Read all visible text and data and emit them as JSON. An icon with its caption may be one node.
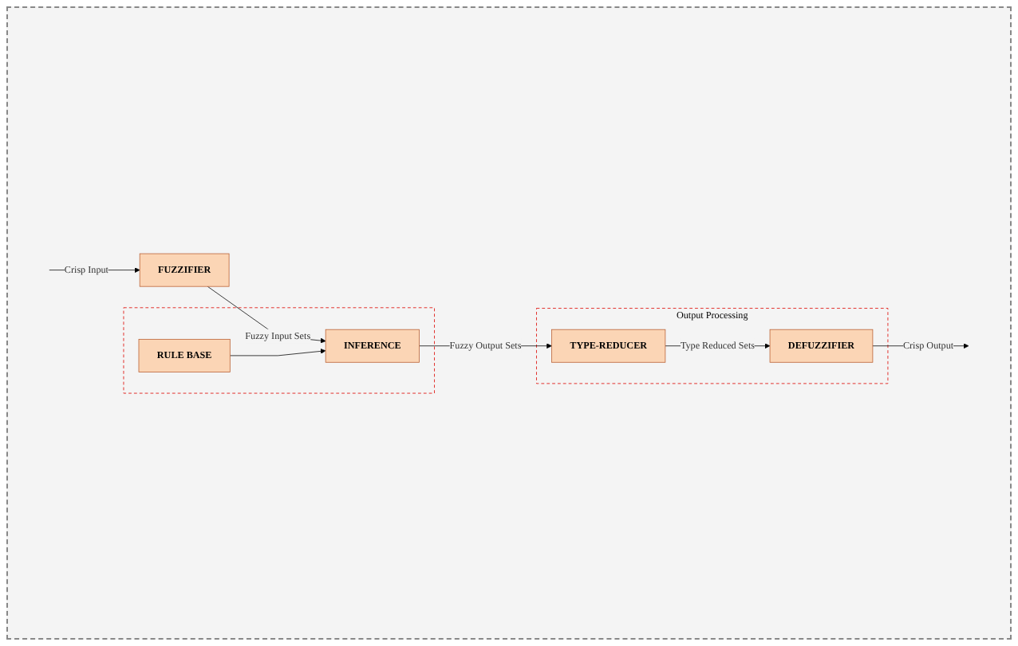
{
  "diagram": {
    "nodes": [
      {
        "text": [
          "FUZZIFIER"
        ]
      },
      {
        "text": [],
        "shape": "box"
      },
      {
        "text": [
          "INFERENCE"
        ],
        "in": 1
      },
      {
        "text": [
          "RULE BASE"
        ],
        "in": 1
      },
      {
        "text": [
          "Output Processing"
        ]
      },
      {
        "text": [
          "TYPE-REDUCER"
        ],
        "in": 4
      },
      {
        "text": [
          "DEFUZZIFIER"
        ],
        "in": 4
      }
    ],
    "edges": [
      {
        "from": null,
        "to": 0,
        "arrow": "to",
        "label": "Crisp Input"
      },
      {
        "from": 0,
        "to": 2,
        "arrow": "to",
        "label": "Fuzzy Input Sets"
      },
      {
        "from": 3,
        "to": 2,
        "arrow": "to"
      },
      {
        "from": 2,
        "to": 5,
        "arrow": "to",
        "label": "Fuzzy Output Sets"
      },
      {
        "from": 5,
        "to": 6,
        "arrow": "to",
        "label": "Type Reduced Sets"
      },
      {
        "from": 6,
        "to": null,
        "arrow": "to",
        "label": "Crisp Output"
      }
    ]
  }
}
